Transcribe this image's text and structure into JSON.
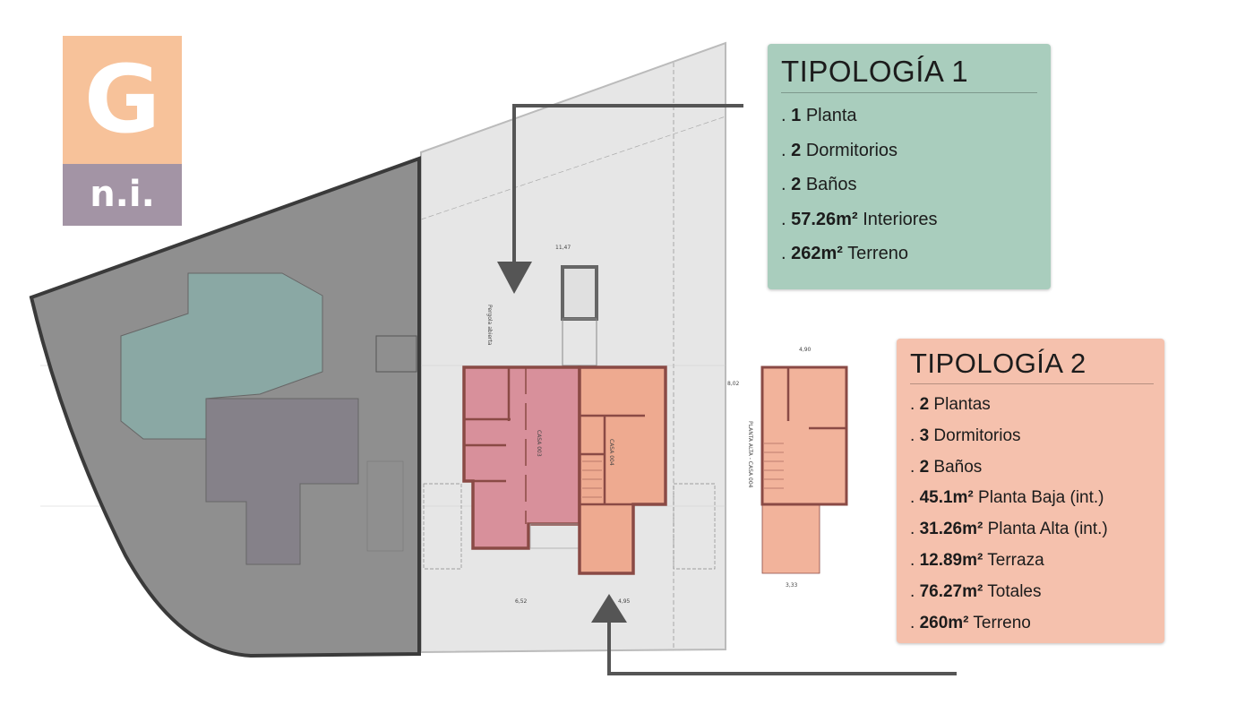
{
  "logo": {
    "letter": "G",
    "subtitle": "n.i."
  },
  "tipologia_1": {
    "title": "TIPOLOGÍA 1",
    "items": [
      {
        "value": "1",
        "label": "Planta"
      },
      {
        "value": "2",
        "label": "Dormitorios"
      },
      {
        "value": "2",
        "label": "Baños"
      },
      {
        "value": "57.26m²",
        "label": "Interiores"
      },
      {
        "value": "262m²",
        "label": "Terreno"
      }
    ]
  },
  "tipologia_2": {
    "title": "TIPOLOGÍA 2",
    "items": [
      {
        "value": "2",
        "label": "Plantas"
      },
      {
        "value": "3",
        "label": "Dormitorios"
      },
      {
        "value": "2",
        "label": "Baños"
      },
      {
        "value": "45.1m²",
        "label": "Planta Baja (int.)"
      },
      {
        "value": "31.26m²",
        "label": "Planta Alta (int.)"
      },
      {
        "value": "12.89m²",
        "label": "Terraza"
      },
      {
        "value": "76.27m²",
        "label": "Totales"
      },
      {
        "value": "260m²",
        "label": "Terreno"
      }
    ]
  },
  "plan": {
    "casa_003": "CASA 003",
    "casa_004": "CASA 004",
    "planta_alta": "PLANTA ALTA - CASA 004",
    "dim_top": "11,47",
    "dim_bottom_left": "6,52",
    "dim_bottom_right": "4,95",
    "dim_upper_width": "4,90",
    "dim_upper_bottom": "3,33",
    "dim_height": "8,02",
    "pergola": "Pergola abierta"
  }
}
